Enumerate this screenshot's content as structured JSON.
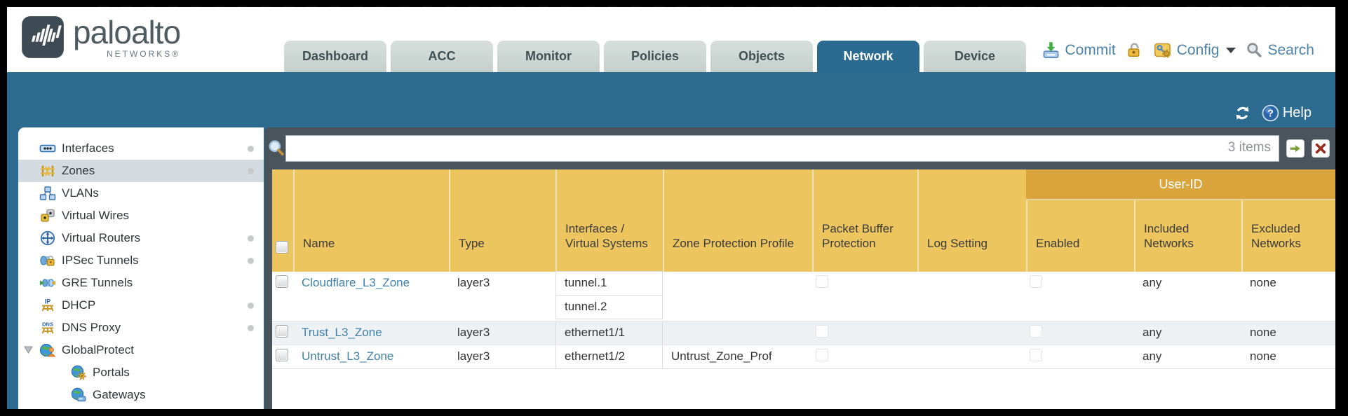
{
  "brand": {
    "name": "paloalto",
    "sub": "NETWORKS®"
  },
  "nav": {
    "tabs": [
      "Dashboard",
      "ACC",
      "Monitor",
      "Policies",
      "Objects",
      "Network",
      "Device"
    ],
    "active_tab": "Network"
  },
  "utilities": {
    "commit_label": "Commit",
    "config_label": "Config",
    "search_label": "Search"
  },
  "band": {
    "help_label": "Help"
  },
  "sidebar": {
    "items": [
      {
        "label": "Interfaces",
        "icon": "interfaces-icon",
        "dot": true
      },
      {
        "label": "Zones",
        "icon": "zones-icon",
        "dot": true,
        "selected": true
      },
      {
        "label": "VLANs",
        "icon": "vlans-icon",
        "dot": false
      },
      {
        "label": "Virtual Wires",
        "icon": "virtual-wires-icon",
        "dot": false
      },
      {
        "label": "Virtual Routers",
        "icon": "virtual-routers-icon",
        "dot": true
      },
      {
        "label": "IPSec Tunnels",
        "icon": "ipsec-tunnels-icon",
        "dot": true
      },
      {
        "label": "GRE Tunnels",
        "icon": "gre-tunnels-icon",
        "dot": false
      },
      {
        "label": "DHCP",
        "icon": "dhcp-icon",
        "dot": true
      },
      {
        "label": "DNS Proxy",
        "icon": "dns-proxy-icon",
        "dot": true
      },
      {
        "label": "GlobalProtect",
        "icon": "globalprotect-icon",
        "dot": false,
        "expanded": true
      },
      {
        "label": "Portals",
        "icon": "portals-icon",
        "dot": false,
        "indent": true
      },
      {
        "label": "Gateways",
        "icon": "gateways-icon",
        "dot": false,
        "indent": true
      }
    ]
  },
  "toolbar": {
    "search_value": "",
    "items_count": "3 items"
  },
  "table": {
    "group_header": "User-ID",
    "columns": [
      "Name",
      "Type",
      "Interfaces / Virtual Systems",
      "Zone Protection Profile",
      "Packet Buffer Protection",
      "Log Setting",
      "Enabled",
      "Included Networks",
      "Excluded Networks"
    ],
    "rows": [
      {
        "name": "Cloudflare_L3_Zone",
        "type": "layer3",
        "interfaces": [
          "tunnel.1",
          "tunnel.2"
        ],
        "zone_protection_profile": "",
        "log_setting": "",
        "enabled": false,
        "included_networks": "any",
        "excluded_networks": "none"
      },
      {
        "name": "Trust_L3_Zone",
        "type": "layer3",
        "interfaces": [
          "ethernet1/1"
        ],
        "zone_protection_profile": "",
        "log_setting": "",
        "enabled": false,
        "included_networks": "any",
        "excluded_networks": "none"
      },
      {
        "name": "Untrust_L3_Zone",
        "type": "layer3",
        "interfaces": [
          "ethernet1/2"
        ],
        "zone_protection_profile": "Untrust_Zone_Prof",
        "log_setting": "",
        "enabled": false,
        "included_networks": "any",
        "excluded_networks": "none"
      }
    ]
  },
  "colors": {
    "teal": "#2e6b90",
    "slate": "#49545c",
    "header_amber": "#edc55e",
    "user_id_band": "#d9a53c",
    "link_blue": "#3f80a8",
    "row_alt": "#eef1f4"
  }
}
